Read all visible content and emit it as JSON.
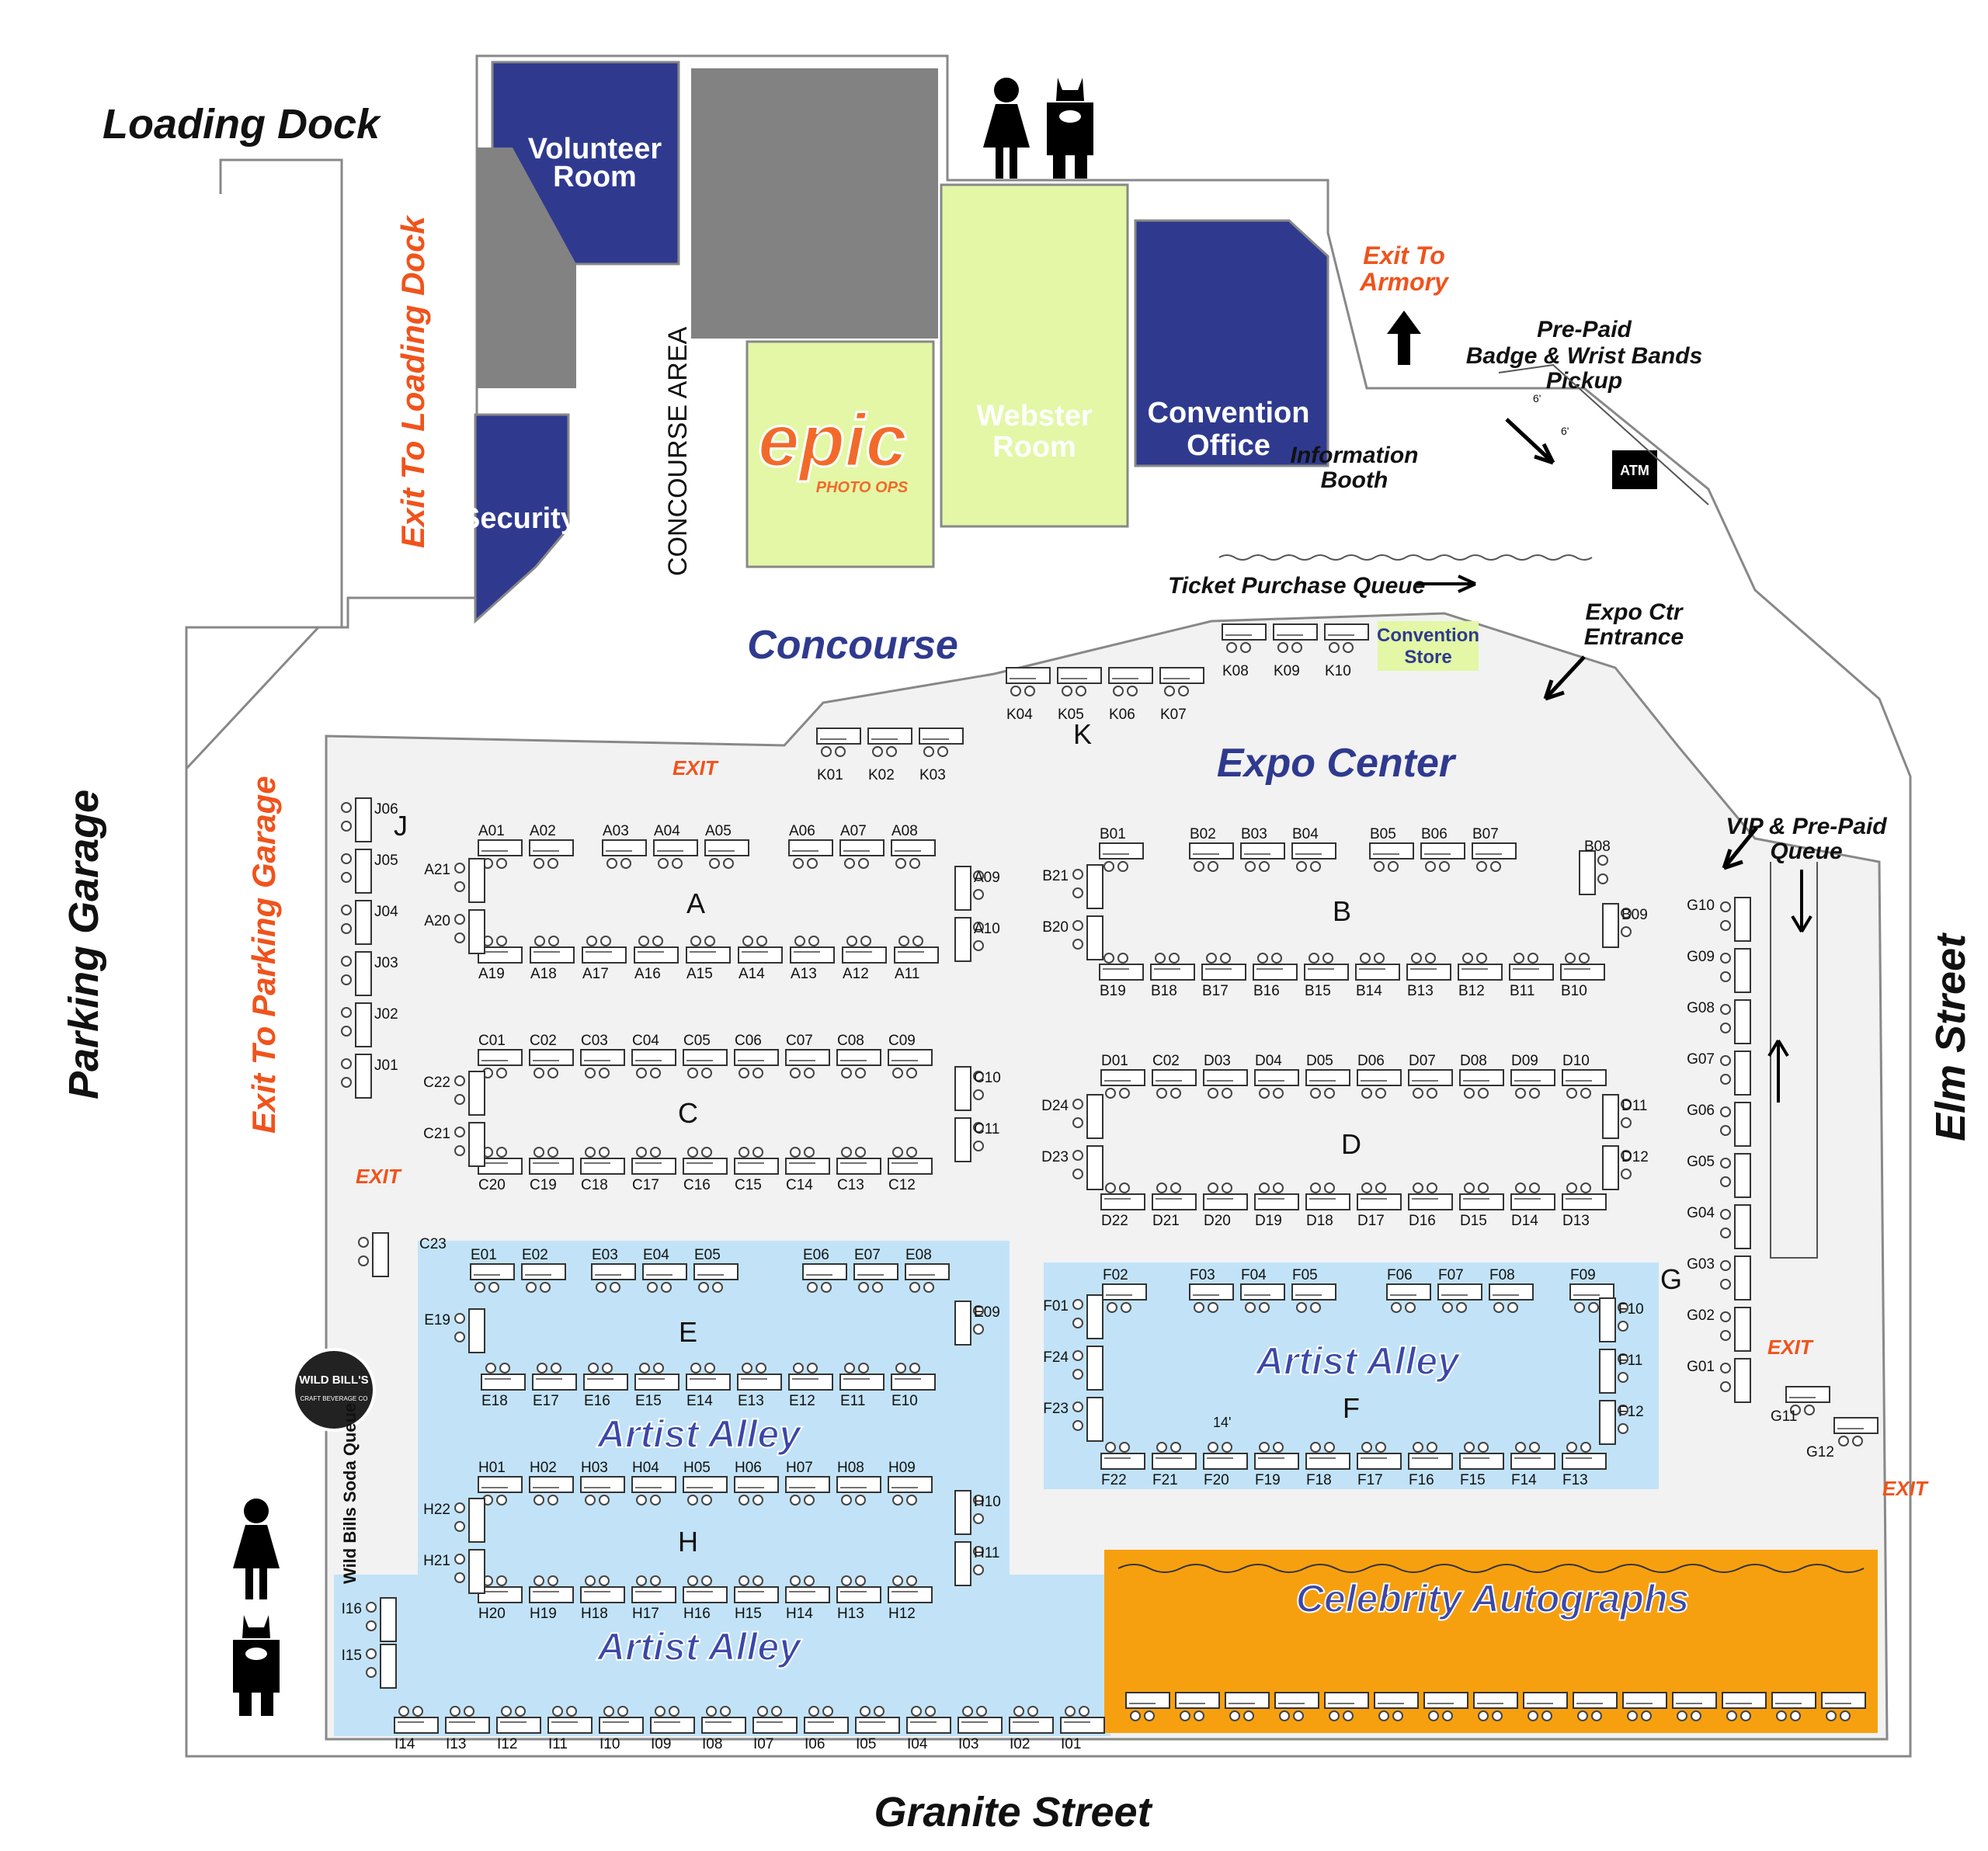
{
  "streets": {
    "north_left": "Loading Dock",
    "west": "Parking Garage",
    "south": "Granite Street",
    "east": "Elm Street"
  },
  "rooms": {
    "volunteer": "Volunteer Room",
    "security": "Security",
    "webster": "Webster Room",
    "convention_office": "Convention Office",
    "concourse_area": "CONCOURSE AREA",
    "epic_logo": "epic",
    "epic_sub": "PHOTO OPS"
  },
  "areas": {
    "concourse": "Concourse",
    "expo_center": "Expo Center",
    "convention_store": "Convention Store",
    "artist_alley": "Artist Alley",
    "celebrity": "Celebrity Autographs",
    "wild_bills_queue": "Wild Bills Soda Queue",
    "wild_bills_logo": "WILD BILL'S",
    "wild_bills_sub": "CRAFT BEVERAGE CO"
  },
  "labels": {
    "exit_loading": "Exit To Loading Dock",
    "exit_parking": "Exit To Parking Garage",
    "exit_armory": "Exit To Armory",
    "prepaid_pickup": [
      "Pre-Paid",
      "Badge & Wrist Bands",
      "Pickup"
    ],
    "atm": "ATM",
    "info_booth": [
      "Information",
      "Booth"
    ],
    "ticket_queue": "Ticket Purchase Queue",
    "expo_entrance": [
      "Expo Ctr",
      "Entrance"
    ],
    "vip_queue": [
      "VIP & Pre-Paid",
      "Queue"
    ],
    "exit": "EXIT",
    "dim_14": "14'",
    "dim_6": "6'"
  },
  "rows": {
    "A": {
      "top": [
        "A01",
        "A02",
        "A03",
        "A04",
        "A05",
        "A06",
        "A07",
        "A08"
      ],
      "bottom": [
        "A19",
        "A18",
        "A17",
        "A16",
        "A15",
        "A14",
        "A13",
        "A12",
        "A11"
      ],
      "left": [
        "A21",
        "A20"
      ],
      "right": [
        "A09",
        "A10"
      ]
    },
    "B": {
      "top": [
        "B01",
        "B02",
        "B03",
        "B04",
        "B05",
        "B06",
        "B07"
      ],
      "corner": "B08",
      "bottom": [
        "B19",
        "B18",
        "B17",
        "B16",
        "B15",
        "B14",
        "B13",
        "B12",
        "B11",
        "B10"
      ],
      "left": [
        "B21",
        "B20"
      ],
      "right": [
        "B09"
      ]
    },
    "C": {
      "top": [
        "C01",
        "C02",
        "C03",
        "C04",
        "C05",
        "C06",
        "C07",
        "C08",
        "C09"
      ],
      "bottom": [
        "C20",
        "C19",
        "C18",
        "C17",
        "C16",
        "C15",
        "C14",
        "C13",
        "C12"
      ],
      "left": [
        "C22",
        "C21"
      ],
      "right": [
        "C10",
        "C11"
      ],
      "extra": "C23"
    },
    "D": {
      "top": [
        "D01",
        "C02",
        "D03",
        "D04",
        "D05",
        "D06",
        "D07",
        "D08",
        "D09",
        "D10"
      ],
      "bottom": [
        "D22",
        "D21",
        "D20",
        "D19",
        "D18",
        "D17",
        "D16",
        "D15",
        "D14",
        "D13"
      ],
      "left": [
        "D24",
        "D23"
      ],
      "right": [
        "D11",
        "D12"
      ]
    },
    "E": {
      "top": [
        "E01",
        "E02",
        "E03",
        "E04",
        "E05",
        "E06",
        "E07",
        "E08"
      ],
      "bottom": [
        "E18",
        "E17",
        "E16",
        "E15",
        "E14",
        "E13",
        "E12",
        "E11",
        "E10"
      ],
      "left": [
        "E19"
      ],
      "right": [
        "E09"
      ]
    },
    "F": {
      "top": [
        "F02",
        "F03",
        "F04",
        "F05",
        "F06",
        "F07",
        "F08",
        "F09"
      ],
      "bottom": [
        "F22",
        "F21",
        "F20",
        "F19",
        "F18",
        "F17",
        "F16",
        "F15",
        "F14",
        "F13"
      ],
      "left": [
        "F01",
        "F24",
        "F23"
      ],
      "right": [
        "F10",
        "F11",
        "F12"
      ]
    },
    "H": {
      "top": [
        "H01",
        "H02",
        "H03",
        "H04",
        "H05",
        "H06",
        "H07",
        "H08",
        "H09"
      ],
      "bottom": [
        "H20",
        "H19",
        "H18",
        "H17",
        "H16",
        "H15",
        "H14",
        "H13",
        "H12"
      ],
      "left": [
        "H22",
        "H21"
      ],
      "right": [
        "H10",
        "H11"
      ]
    },
    "I": {
      "row": [
        "I14",
        "I13",
        "I12",
        "I11",
        "I10",
        "I09",
        "I08",
        "I07",
        "I06",
        "I05",
        "I04",
        "I03",
        "I02",
        "I01"
      ],
      "left": [
        "I16",
        "I15"
      ]
    },
    "J": {
      "col": [
        "J06",
        "J05",
        "J04",
        "J03",
        "J02",
        "J01"
      ]
    },
    "K": {
      "row1": [
        "K01",
        "K02",
        "K03"
      ],
      "row2": [
        "K04",
        "K05",
        "K06",
        "K07"
      ],
      "row3": [
        "K08",
        "K09",
        "K10"
      ]
    },
    "G": {
      "col": [
        "G10",
        "G09",
        "G08",
        "G07",
        "G06",
        "G05",
        "G04",
        "G03",
        "G02",
        "G01"
      ],
      "extra": [
        "G11",
        "G12"
      ]
    }
  },
  "row_letters": [
    "A",
    "B",
    "C",
    "D",
    "E",
    "F",
    "H",
    "J",
    "K",
    "G"
  ],
  "colors": {
    "navy": "#2f3a8f",
    "gray": "#828282",
    "lime": "#e3f7a6",
    "floor": "#f2f2f2",
    "light_blue": "#c2e3f7",
    "orange_area": "#f7a00f",
    "exit_orange": "#f0531c"
  }
}
